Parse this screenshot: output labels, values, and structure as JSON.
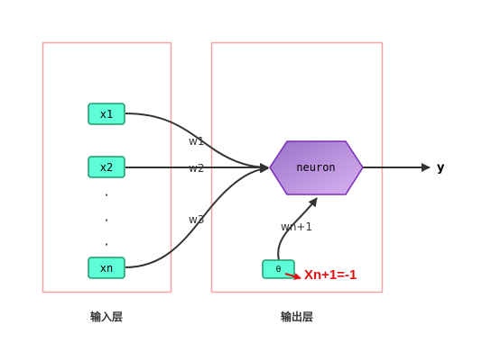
{
  "layers": {
    "input_label": "输入层",
    "output_label": "输出层"
  },
  "inputs": {
    "x1": "x1",
    "x2": "x2",
    "xn": "xn",
    "ellipsis": [
      "·",
      "·",
      "·"
    ]
  },
  "neuron": {
    "label": "neuron"
  },
  "bias": {
    "label": "θ"
  },
  "weights": {
    "w1": "w1",
    "w2": "w2",
    "w3": "w3",
    "wn1": "wn+1"
  },
  "output": {
    "label": "y"
  },
  "annotation": {
    "text": "Xn+1=-1"
  },
  "colors": {
    "box_border": "#f4a3a6",
    "node_fill": "#5effd8",
    "node_border": "#1e9a6a",
    "neuron_fill_start": "#9a72c8",
    "neuron_fill_end": "#d9b2f2",
    "neuron_border": "#7a2bb8",
    "edge": "#333333",
    "annotation": "#e01010"
  }
}
